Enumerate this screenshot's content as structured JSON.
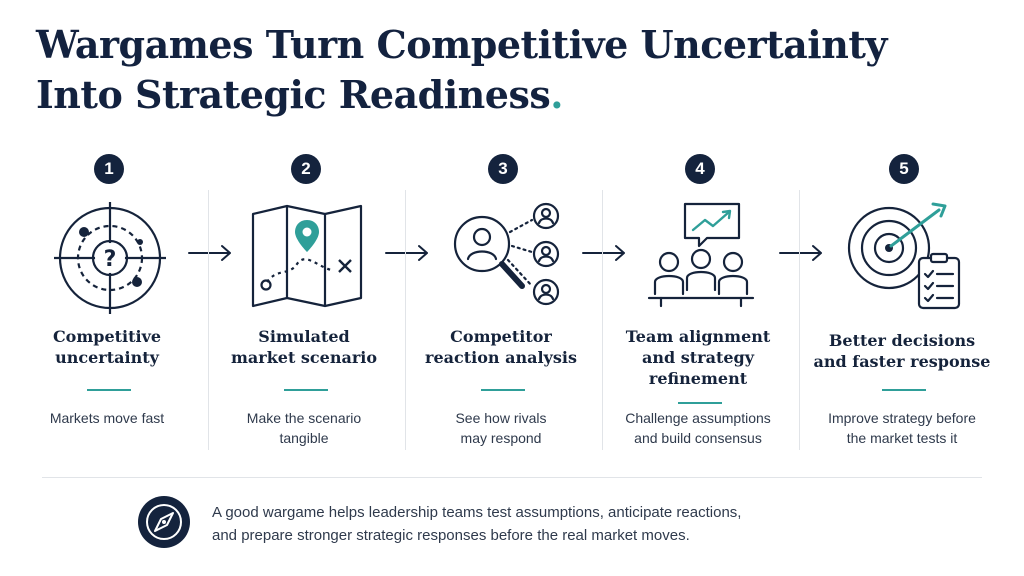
{
  "title": {
    "line1": "Wargames Turn Competitive Uncertainty",
    "line2": "Into Strategic Readiness",
    "dot": "."
  },
  "steps": [
    {
      "number": "1",
      "heading": [
        "Competitive",
        "uncertainty"
      ],
      "description": [
        "Markets move fast"
      ],
      "icon": "radar-question-icon"
    },
    {
      "number": "2",
      "heading": [
        "Simulated",
        "market scenario"
      ],
      "description": [
        "Make the scenario",
        "tangible"
      ],
      "icon": "map-icon"
    },
    {
      "number": "3",
      "heading": [
        "Competitor",
        "reaction analysis"
      ],
      "description": [
        "See how rivals",
        "may respond"
      ],
      "icon": "magnifier-people-icon"
    },
    {
      "number": "4",
      "heading": [
        "Team alignment",
        "and strategy",
        "refinement"
      ],
      "description": [
        "Challenge assumptions",
        "and build consensus"
      ],
      "icon": "team-meeting-icon"
    },
    {
      "number": "5",
      "heading": [
        "Better decisions",
        "and faster response"
      ],
      "description": [
        "Improve strategy before",
        "the market tests it"
      ],
      "icon": "target-checklist-icon"
    }
  ],
  "footer": {
    "line1": "A good wargame helps leadership teams test assumptions, anticipate reactions,",
    "line2": "and prepare stronger strategic responses before the real market moves.",
    "icon": "compass-icon"
  },
  "colors": {
    "navy": "#14233d",
    "teal": "#2f9f99",
    "divider": "#e1e4e8"
  }
}
